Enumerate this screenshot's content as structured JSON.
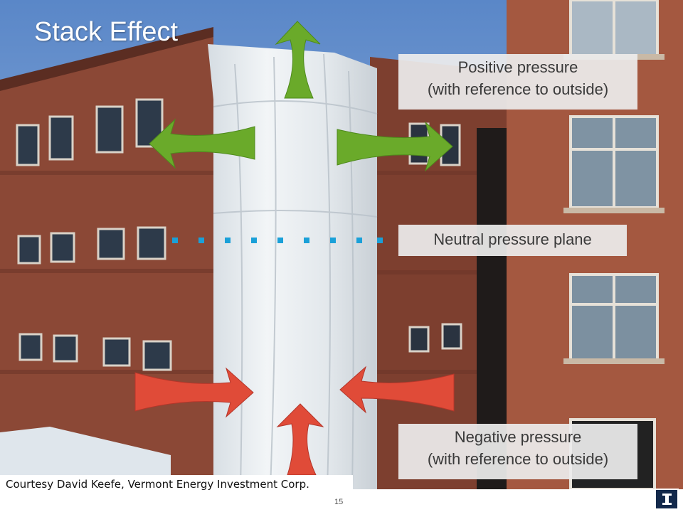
{
  "slide": {
    "title": "Stack Effect",
    "page_number": "15",
    "credit": "Courtesy David Keefe, Vermont Energy Investment Corp."
  },
  "labels": {
    "positive": {
      "line1": "Positive pressure",
      "line2": "(with reference to outside)"
    },
    "neutral": "Neutral pressure plane",
    "negative": {
      "line1": "Negative pressure",
      "line2": "(with reference to outside)"
    }
  },
  "colors": {
    "outward_arrows": "#6aaa2a",
    "inward_arrows": "#e04b38",
    "neutral_plane_dots": "#1aa0d8",
    "brick": "#8f4a36",
    "sky": "#8eb0dc",
    "wrap": "#e6ebef",
    "logo": "#13294b"
  },
  "icons": {
    "outward": "arrow-outward-icon",
    "inward": "arrow-inward-icon",
    "logo": "university-block-i-logo"
  }
}
